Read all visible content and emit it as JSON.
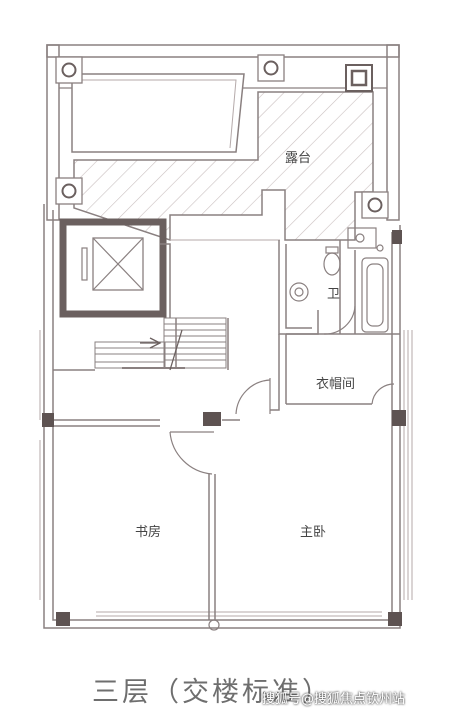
{
  "rooms": {
    "terrace": "露台",
    "bathroom": "卫",
    "walk_in_closet": "衣帽间",
    "study": "书房",
    "master_bedroom": "主卧"
  },
  "caption": "三层（交楼标准）",
  "watermark": "搜狐号@搜狐焦点钦州站",
  "colors": {
    "wall": "#8a8080",
    "thin_wall": "#b5aaaa",
    "column": "#5e5352",
    "elevator_wall": "#6b605f",
    "hatch": "#c9bfbf",
    "caption": "#6e6e6e"
  }
}
